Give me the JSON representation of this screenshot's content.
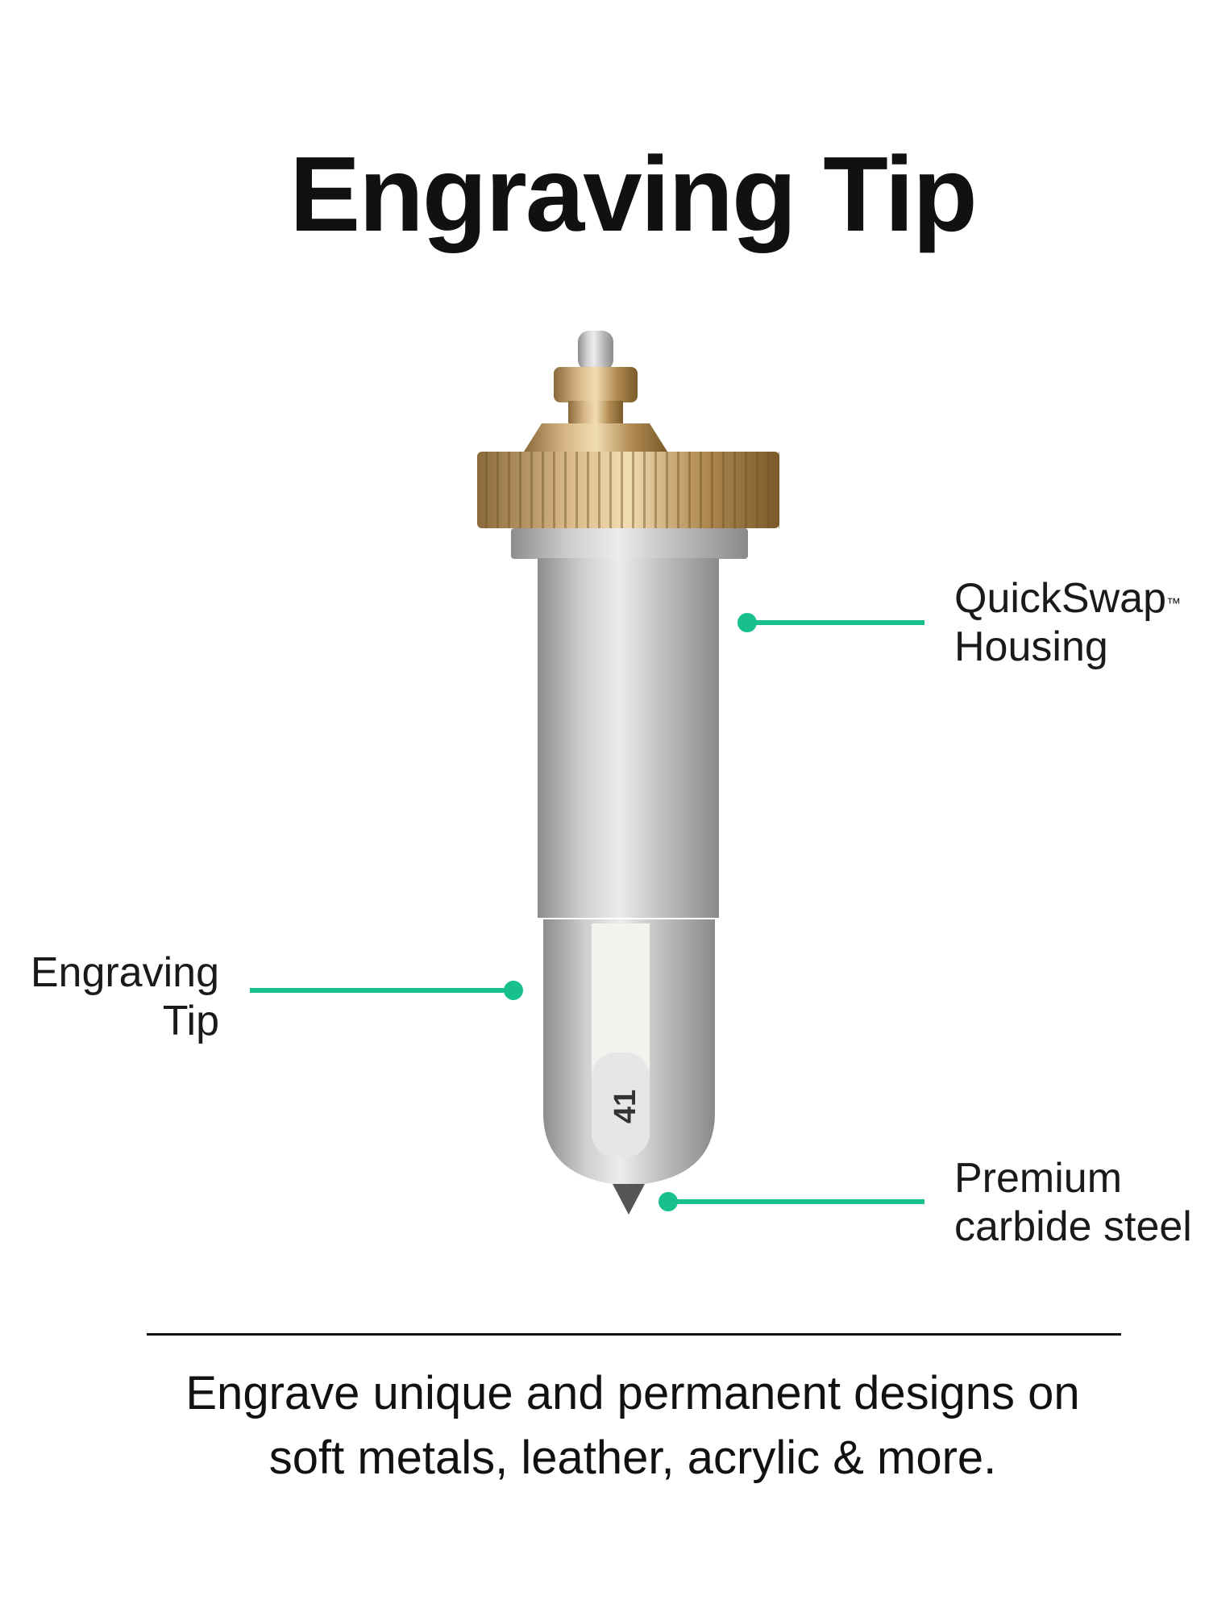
{
  "title": "Engraving Tip",
  "callouts": {
    "housing": {
      "line1": "QuickSwap",
      "tm": "™",
      "line2": "Housing"
    },
    "tip": {
      "line1": "Engraving",
      "line2": "Tip"
    },
    "steel": {
      "line1": "Premium",
      "line2": "carbide steel"
    }
  },
  "tool_number": "41",
  "caption": {
    "line1": "Engrave unique and permanent designs on",
    "line2": "soft metals, leather, acrylic & more."
  },
  "colors": {
    "accent": "#17c08c",
    "brass": "#c9a46a"
  }
}
